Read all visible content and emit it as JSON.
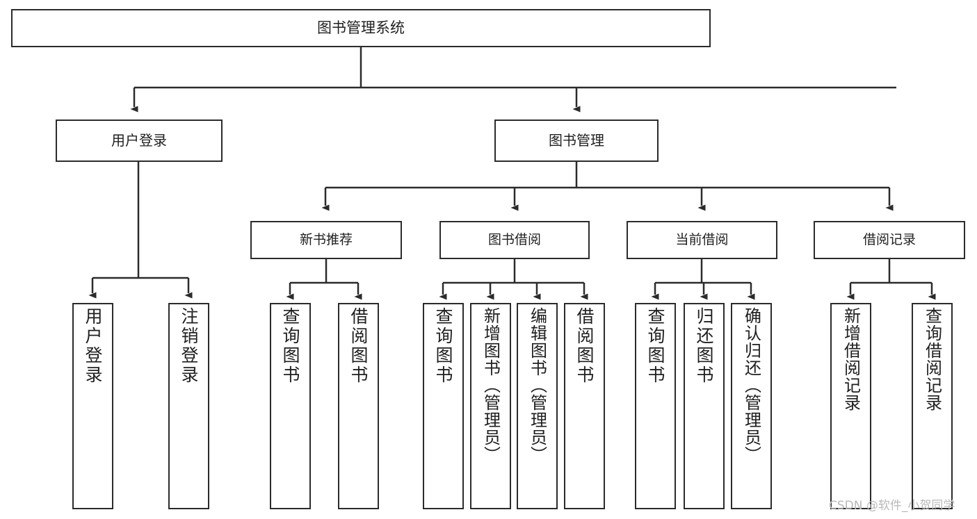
{
  "diagram": {
    "title": "图书管理系统",
    "type": "tree-hierarchy-chart",
    "root": {
      "label": "图书管理系统"
    },
    "level1": [
      {
        "label": "用户登录"
      },
      {
        "label": "图书管理"
      }
    ],
    "level2": [
      {
        "label": "新书推荐"
      },
      {
        "label": "图书借阅"
      },
      {
        "label": "当前借阅"
      },
      {
        "label": "借阅记录"
      }
    ],
    "leaves": {
      "user_login": [
        {
          "label": "用户登录"
        },
        {
          "label": "注销登录"
        }
      ],
      "new_book_recommend": [
        {
          "label": "查询图书"
        },
        {
          "label": "借阅图书"
        }
      ],
      "book_borrow": [
        {
          "label": "查询图书"
        },
        {
          "label": "新增图书（管理员）"
        },
        {
          "label": "编辑图书（管理员）"
        },
        {
          "label": "借阅图书"
        }
      ],
      "current_borrow": [
        {
          "label": "查询图书"
        },
        {
          "label": "归还图书"
        },
        {
          "label": "确认归还（管理员）"
        }
      ],
      "borrow_record": [
        {
          "label": "新增借阅记录"
        },
        {
          "label": "查询借阅记录"
        }
      ]
    }
  },
  "watermark": {
    "text": "CSDN @软件_小贺同学"
  },
  "colors": {
    "stroke": "#2b2b2b",
    "background": "#ffffff",
    "text": "#1f1f1f",
    "watermark": "#b9b9b9"
  }
}
